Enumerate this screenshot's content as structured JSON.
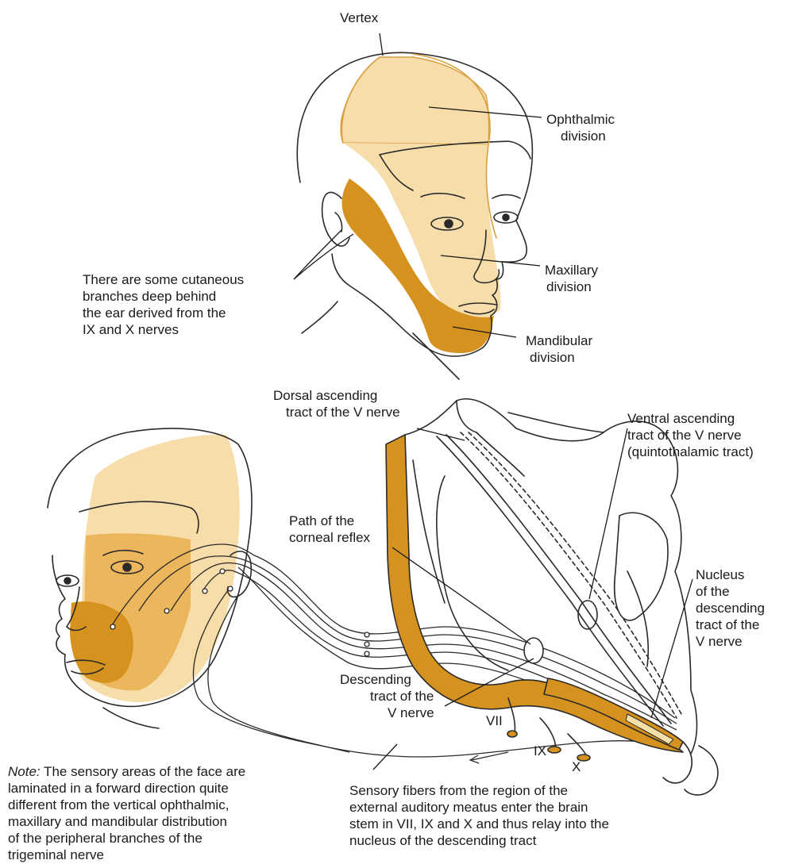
{
  "top_labels": {
    "vertex": "Vertex",
    "ophthalmic": [
      "Ophthalmic",
      "division"
    ],
    "maxillary": [
      "Maxillary",
      "division"
    ],
    "mandibular": [
      "Mandibular",
      "division"
    ],
    "ear_note": [
      "There are some cutaneous",
      "branches deep behind",
      "the ear derived from the",
      "IX and X nerves"
    ]
  },
  "bottom_labels": {
    "dorsal": [
      "Dorsal ascending",
      "tract of the V nerve"
    ],
    "ventral": [
      "Ventral ascending",
      "tract of the V nerve",
      "(quintothalamic tract)"
    ],
    "corneal": [
      "Path of the",
      "corneal reflex"
    ],
    "nucleus": [
      "Nucleus",
      "of the",
      "descending",
      "tract of the",
      "V nerve"
    ],
    "descending": [
      "Descending",
      "tract of the",
      "V nerve"
    ],
    "vii": "VII",
    "ix": "IX",
    "x": "X",
    "note_prefix": "Note:",
    "note": [
      " The sensory areas of the face are",
      "laminated in a forward direction quite",
      "different from the vertical ophthalmic,",
      "maxillary and mandibular distribution",
      "of the peripheral branches of the",
      "trigeminal nerve"
    ],
    "sensory": [
      "Sensory fibers from the region of the",
      "external auditory meatus enter the brain",
      "stem in VII, IX and X and thus relay into the",
      "nucleus of the descending tract"
    ]
  },
  "colors": {
    "light_zone": "#f7ddaa",
    "mid_zone": "#ebb65c",
    "dark_zone": "#d6921e",
    "outline": "#2a2a2a",
    "division_line": "#d9a040"
  }
}
